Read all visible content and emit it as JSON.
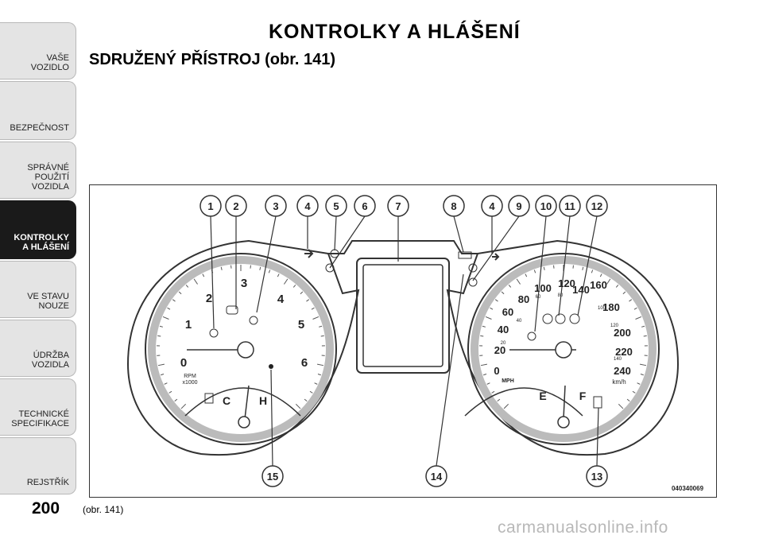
{
  "sidebar": {
    "tabs": [
      {
        "label": "VAŠE\nVOZIDLO",
        "active": false
      },
      {
        "label": "BEZPEČNOST",
        "active": false
      },
      {
        "label": "SPRÁVNÉ\nPOUŽITÍ\nVOZIDLA",
        "active": false
      },
      {
        "label": "KONTROLKY\nA HLÁŠENÍ",
        "active": true
      },
      {
        "label": "VE STAVU\nNOUZE",
        "active": false
      },
      {
        "label": "ÚDRŽBA\nVOZIDLA",
        "active": false
      },
      {
        "label": "TECHNICKÉ\nSPECIFIKACE",
        "active": false
      },
      {
        "label": "REJSTŘÍK",
        "active": false
      }
    ]
  },
  "header": {
    "title": "KONTROLKY A HLÁŠENÍ",
    "section_title": "SDRUŽENÝ PŘÍSTROJ (obr.  141)"
  },
  "figure": {
    "callouts_top": [
      "1",
      "2",
      "3",
      "4",
      "5",
      "6",
      "7",
      "8",
      "4",
      "9",
      "10",
      "11",
      "12"
    ],
    "callouts_bottom": [
      "15",
      "14",
      "13"
    ],
    "code": "040340069",
    "tach": {
      "numbers": [
        "0",
        "1",
        "2",
        "3",
        "4",
        "5",
        "6"
      ],
      "unit_line1": "RPM",
      "unit_line2": "x1000",
      "temp_cold": "C",
      "temp_hot": "H"
    },
    "speedo": {
      "mph": [
        "0",
        "20",
        "40",
        "60",
        "80",
        "100",
        "120",
        "140",
        "160"
      ],
      "kmh": [
        "180",
        "200",
        "220",
        "240"
      ],
      "small_kmh": [
        "20",
        "40",
        "60",
        "80",
        "100",
        "120",
        "140"
      ],
      "unit_mph": "MPH",
      "unit_kmh": "km/h",
      "fuel_empty": "E",
      "fuel_full": "F"
    }
  },
  "footer": {
    "page_number": "200",
    "caption": "(obr. 141)",
    "watermark": "carmanualsonline.info"
  },
  "colors": {
    "active_tab": "#1a1a1a",
    "tab": "#e4e4e4",
    "watermark": "#b8b8b8"
  }
}
